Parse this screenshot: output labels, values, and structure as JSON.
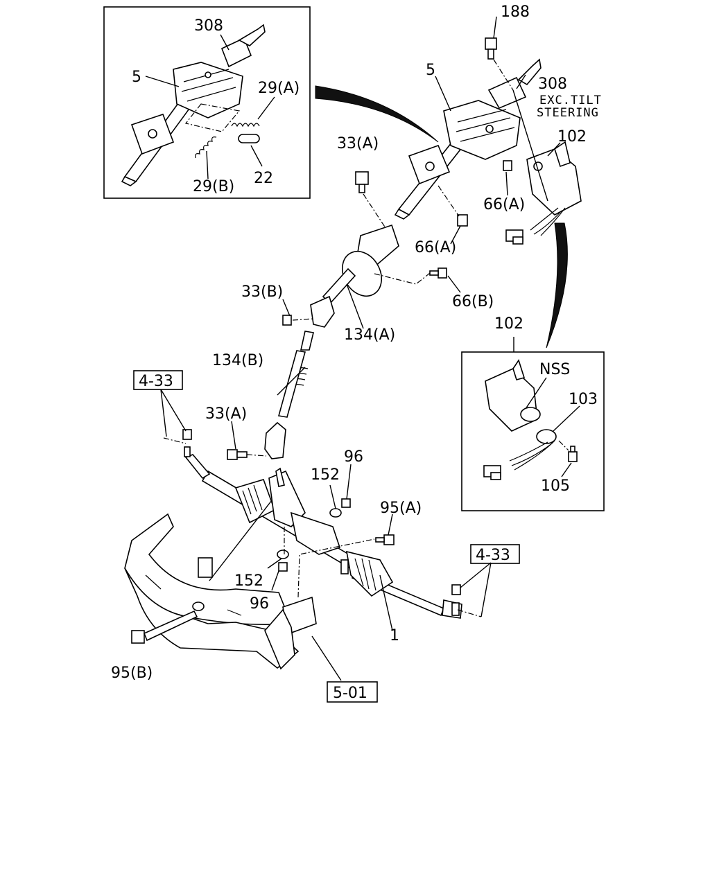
{
  "labels": {
    "inset_top_left": {
      "col_308": "308",
      "col_5": "5",
      "spring_a": "29(A)",
      "spring_b": "29(B)",
      "ring": "22"
    },
    "main_column": {
      "bolt_188": "188",
      "col_5": "5",
      "col_308": "308",
      "note_line1": "EXC.TILT",
      "note_line2": "STEERING",
      "switch_102": "102",
      "bolt_33a_top": "33(A)",
      "bolt_66a_right": "66(A)",
      "bolt_66a_mid": "66(A)",
      "bolt_66b": "66(B)"
    },
    "shaft": {
      "bolt_33b": "33(B)",
      "shaft_134a": "134(A)",
      "shaft_134b": "134(B)",
      "bolt_33a_low": "33(A)"
    },
    "inset_right": {
      "switch_102": "102",
      "nss": "NSS",
      "part_103": "103",
      "part_105": "105"
    },
    "rack": {
      "ref_4_33_left": "4-33",
      "ref_4_33_right": "4-33",
      "washer_152_top": "152",
      "nut_96_top": "96",
      "bolt_95a": "95(A)",
      "washer_152_low": "152",
      "nut_96_low": "96",
      "gear_1": "1",
      "bolt_95b": "95(B)",
      "ref_5_01": "5-01"
    }
  }
}
